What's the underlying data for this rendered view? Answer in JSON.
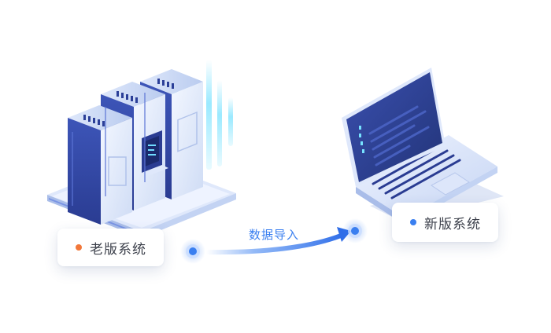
{
  "old_system": {
    "label": "老版系统",
    "dot_color": "#f2773a"
  },
  "new_system": {
    "label": "新版系统",
    "dot_color": "#3a7ff0"
  },
  "flow": {
    "label": "数据导入",
    "color": "#3a7ff0"
  },
  "icons": {
    "old": "server-rack-icon",
    "new": "laptop-icon",
    "arrow": "import-arrow-icon"
  }
}
